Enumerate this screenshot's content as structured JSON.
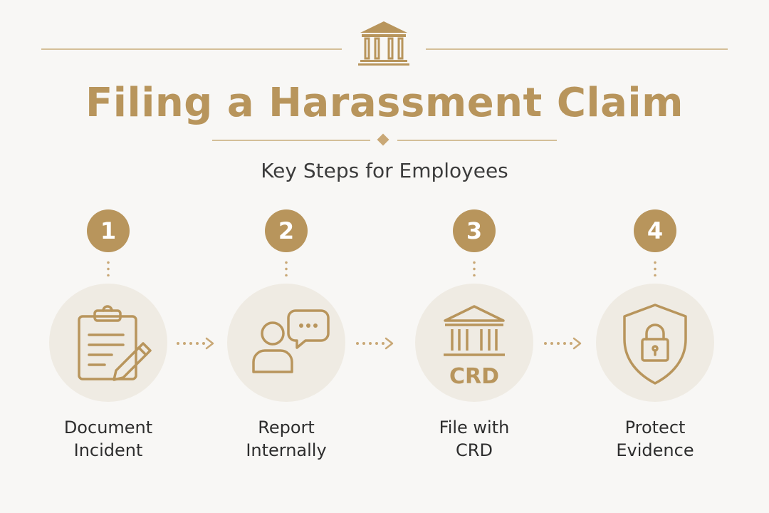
{
  "header": {
    "emblem_icon": "courthouse-icon",
    "title": "Filing a Harassment Claim",
    "subtitle": "Key Steps for Employees"
  },
  "colors": {
    "accent": "#b8955c",
    "rule": "#d4bf98",
    "circle_bg": "#efebe3",
    "text": "#2e2e2e",
    "background": "#f8f7f5"
  },
  "steps": [
    {
      "number": "1",
      "icon": "clipboard-pencil-icon",
      "label_line1": "Document",
      "label_line2": "Incident"
    },
    {
      "number": "2",
      "icon": "person-speech-bubble-icon",
      "label_line1": "Report",
      "label_line2": "Internally"
    },
    {
      "number": "3",
      "icon": "courthouse-icon",
      "icon_text": "CRD",
      "label_line1": "File with",
      "label_line2": "CRD"
    },
    {
      "number": "4",
      "icon": "shield-lock-icon",
      "label_line1": "Protect",
      "label_line2": "Evidence"
    }
  ]
}
